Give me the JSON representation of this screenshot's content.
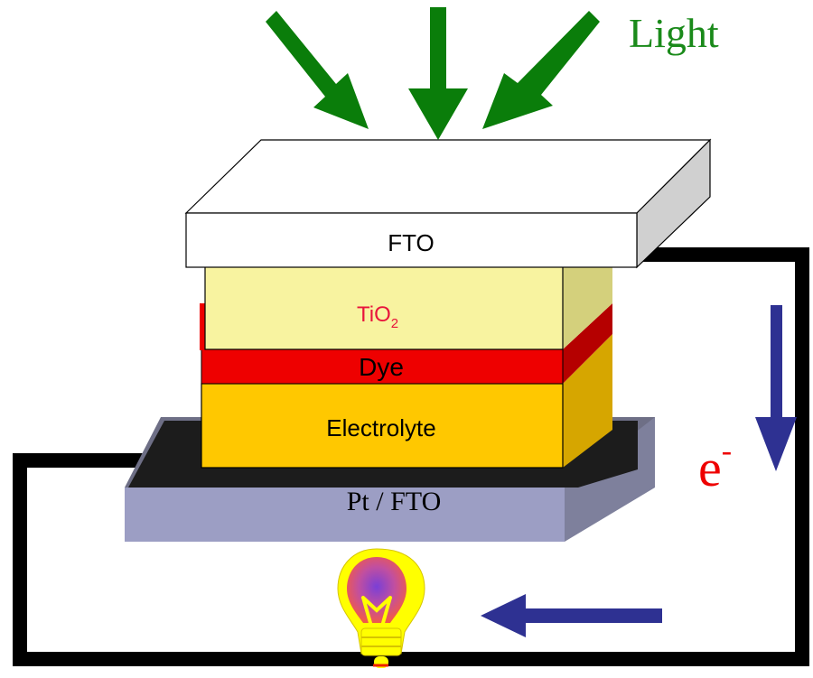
{
  "labels": {
    "light": "Light",
    "fto": "FTO",
    "tio2_base": "TiO",
    "tio2_sub": "2",
    "dye": "Dye",
    "electrolyte": "Electrolyte",
    "pt_fto": "Pt / FTO",
    "electron_base": "e",
    "electron_sup": "-"
  },
  "colors": {
    "light_arrows": "#0a7d0a",
    "light_text": "#1a8a1a",
    "fto_face": "#ffffff",
    "tio2_face": "#f8f3a0",
    "tio2_side": "#d4d07c",
    "tio2_text": "#e8143c",
    "dye_face": "#ee0000",
    "dye_side": "#b50000",
    "electrolyte_face": "#ffc800",
    "electrolyte_side": "#d6a600",
    "substrate_face": "#9c9ec4",
    "substrate_top": "#6e6f86",
    "platinum": "#1c1c1c",
    "wire": "#000000",
    "current_arrows": "#2e3192",
    "electron_text": "#ee0000"
  },
  "icons": [
    "light-arrow-icon",
    "light-bulb-icon",
    "current-arrow-icon"
  ]
}
